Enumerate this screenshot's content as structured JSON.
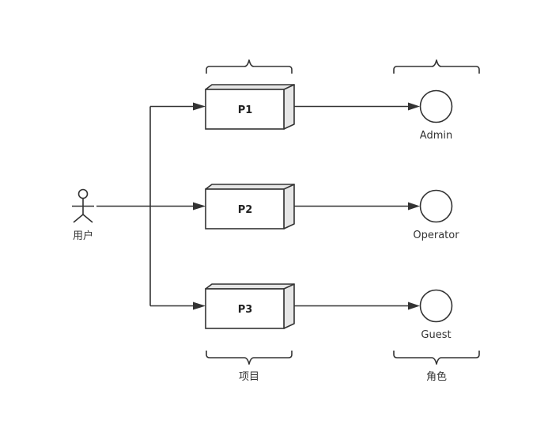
{
  "actor": {
    "label": "用户",
    "icon": "stick-figure-icon"
  },
  "projects": [
    {
      "label": "P1"
    },
    {
      "label": "P2"
    },
    {
      "label": "P3"
    }
  ],
  "roles": [
    {
      "label": "Admin"
    },
    {
      "label": "Operator"
    },
    {
      "label": "Guest"
    }
  ],
  "groups": {
    "projects_label": "项目",
    "roles_label": "角色"
  },
  "colors": {
    "stroke": "#333333",
    "box_side_fill": "#e6e6e6",
    "background": "#ffffff"
  }
}
